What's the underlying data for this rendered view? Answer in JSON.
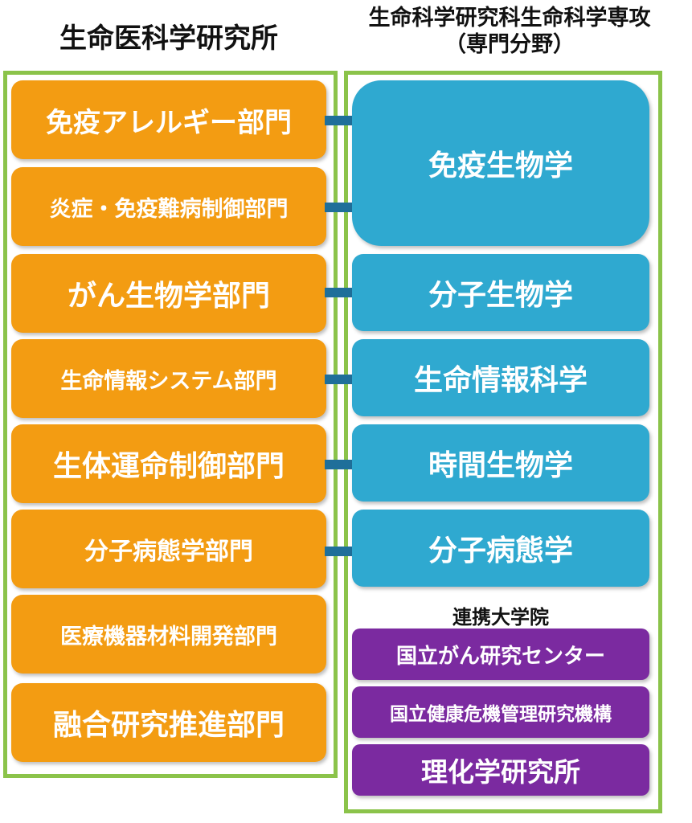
{
  "titles": {
    "left": "生命医科学研究所",
    "right_line1": "生命科学研究科生命科学専攻",
    "right_line2": "（専門分野）"
  },
  "departments": [
    "免疫アレルギー部門",
    "炎症・免疫難病制御部門",
    "がん生物学部門",
    "生命情報システム部門",
    "生体運命制御部門",
    "分子病態学部門",
    "医療機器材料開発部門",
    "融合研究推進部門"
  ],
  "fields": [
    "免疫生物学",
    "分子生物学",
    "生命情報科学",
    "時間生物学",
    "分子病態学"
  ],
  "affiliated": {
    "label": "連携大学院",
    "items": [
      "国立がん研究センター",
      "国立健康危機管理研究機構",
      "理化学研究所"
    ]
  },
  "colors": {
    "department": "#f39c12",
    "field": "#2fa9d0",
    "affiliated": "#7b2aa0",
    "frame": "#8bc34a",
    "connector": "#1f6f9a"
  }
}
